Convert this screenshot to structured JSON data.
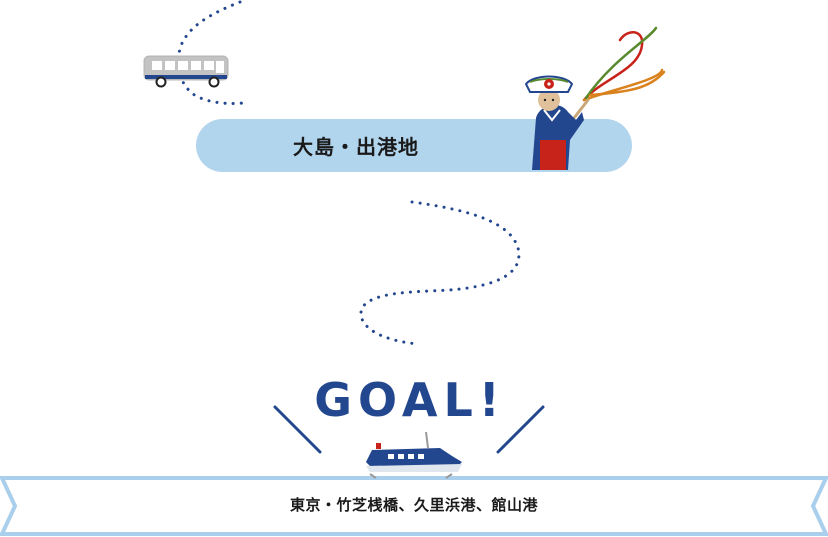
{
  "origin": {
    "label": "大島・出港地"
  },
  "goal": {
    "label": "GOAL!"
  },
  "destination": {
    "label": "東京・竹芝桟橋、久里浜港、館山港"
  },
  "colors": {
    "navy": "#23478f",
    "pill": "#b2d5ee",
    "banner_stroke": "#a9cfec",
    "ribbon_red": "#c8231a",
    "ribbon_green": "#5a8a2e",
    "ribbon_orange": "#d9821e"
  },
  "icons": [
    "bus-icon",
    "oshima-anko-girl-icon",
    "jetfoil-ship-icon"
  ]
}
